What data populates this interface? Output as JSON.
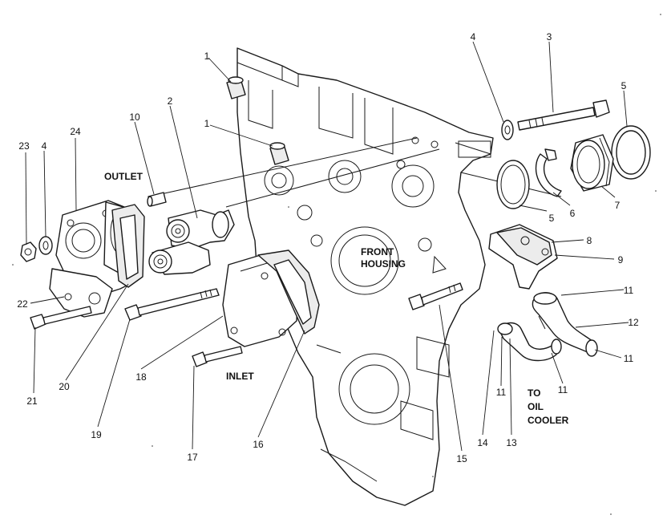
{
  "labels": {
    "outlet": "OUTLET",
    "inlet": "INLET",
    "front_housing": [
      "FRONT",
      "HOUSING"
    ],
    "to_oil_cooler": [
      "TO",
      "OIL",
      "COOLER"
    ]
  },
  "callouts": {
    "c1a": "1",
    "c1b": "1",
    "c2": "2",
    "c3": "3",
    "c4a": "4",
    "c4b": "4",
    "c5a": "5",
    "c5b": "5",
    "c6": "6",
    "c7": "7",
    "c8": "8",
    "c9": "9",
    "c10": "10",
    "c11a": "11",
    "c11b": "11",
    "c11c": "11",
    "c11d": "11",
    "c12": "12",
    "c13": "13",
    "c14": "14",
    "c15": "15",
    "c16": "16",
    "c17": "17",
    "c18": "18",
    "c19": "19",
    "c20": "20",
    "c21": "21",
    "c22": "22",
    "c23": "23",
    "c24": "24"
  }
}
